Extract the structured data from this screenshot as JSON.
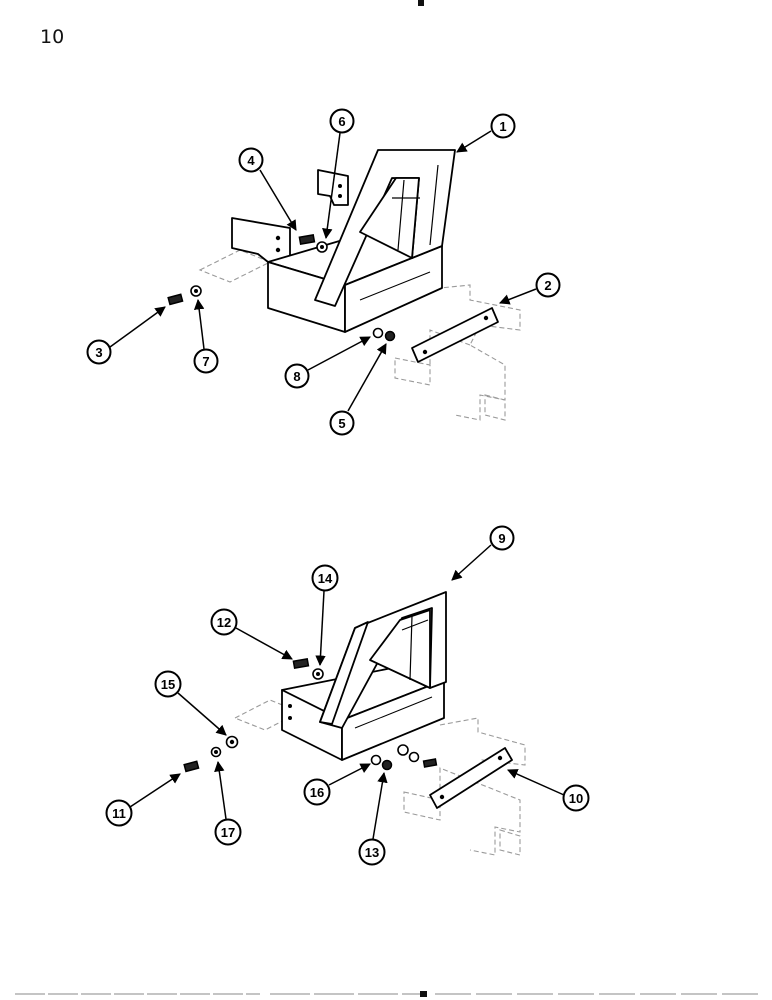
{
  "page": {
    "number": "10"
  },
  "callouts": {
    "c1": "1",
    "c2": "2",
    "c3": "3",
    "c4": "4",
    "c5": "5",
    "c6": "6",
    "c7": "7",
    "c8": "8",
    "c9": "9",
    "c10": "10",
    "c11": "11",
    "c12": "12",
    "c13": "13",
    "c14": "14",
    "c15": "15",
    "c16": "16",
    "c17": "17"
  }
}
